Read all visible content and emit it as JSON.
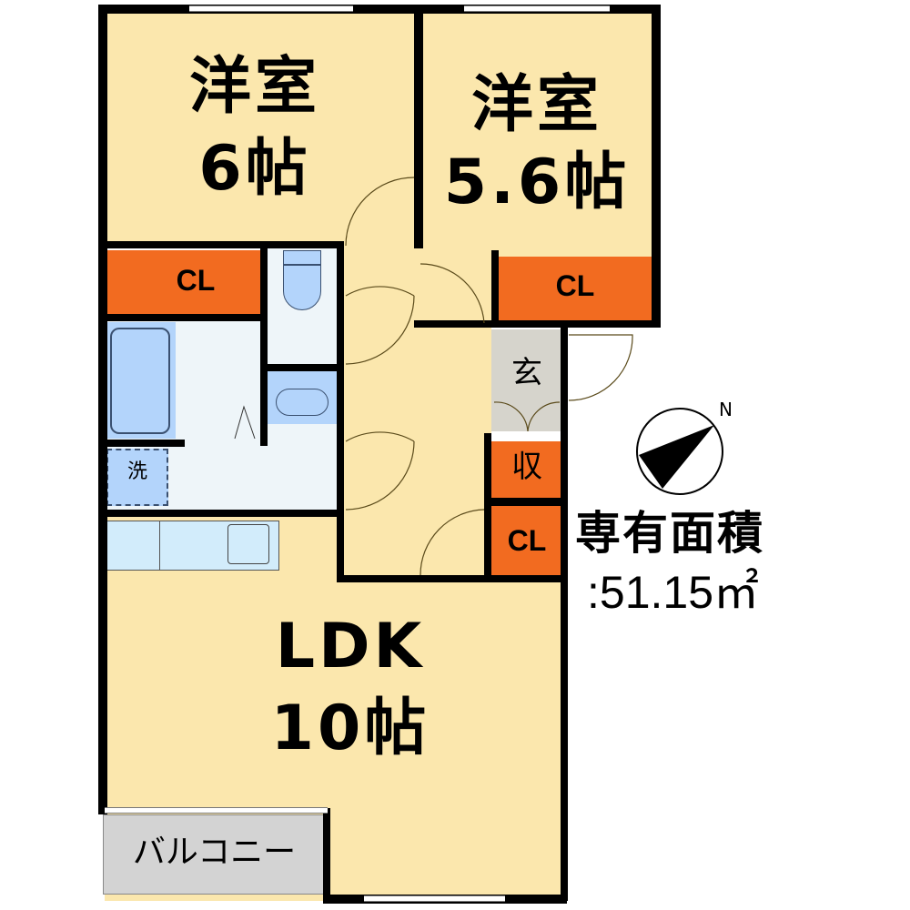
{
  "plan": {
    "rooms": [
      {
        "id": "western-room-1",
        "name": "洋室",
        "size": "6帖"
      },
      {
        "id": "western-room-2",
        "name": "洋室",
        "size": "5.6帖"
      },
      {
        "id": "ldk",
        "name": "LDK",
        "size": "10帖"
      }
    ],
    "closets": [
      {
        "id": "closet-room1",
        "label": "CL"
      },
      {
        "id": "closet-room2",
        "label": "CL"
      },
      {
        "id": "closet-hall",
        "label": "CL"
      },
      {
        "id": "storage",
        "label": "収"
      }
    ],
    "entrance": {
      "label": "玄"
    },
    "laundry": {
      "label": "洗"
    },
    "balcony": {
      "label": "バルコニー"
    },
    "compass": {
      "label": "N"
    },
    "area": {
      "title": "専有面積",
      "value": ":51.15㎡"
    }
  },
  "colors": {
    "floor": "#fbe7ad",
    "closet": "#f26b20",
    "entrance": "#d6d4cc",
    "fixture_blue": "#b3d4fb",
    "wet_area": "#eef5f9",
    "wall": "#000000"
  }
}
